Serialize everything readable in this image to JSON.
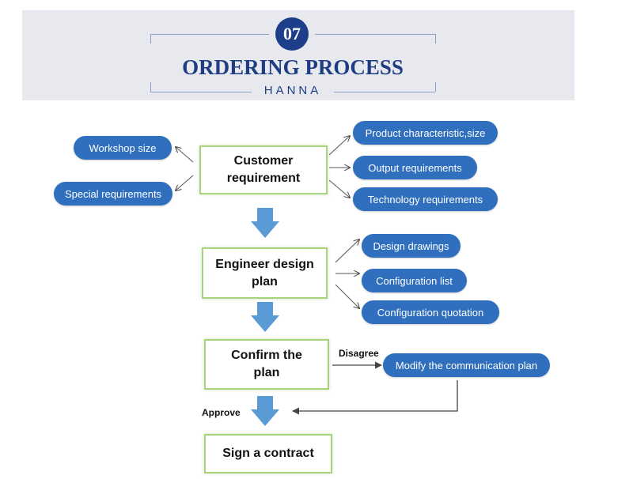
{
  "header": {
    "badge": "07",
    "title": "ORDERING PROCESS",
    "subtitle": "HANNA"
  },
  "steps": [
    {
      "label": "Customer requirement"
    },
    {
      "label": "Engineer design plan"
    },
    {
      "label": "Confirm the plan"
    },
    {
      "label": "Sign a contract"
    }
  ],
  "customer_inputs": {
    "left": [
      "Workshop size",
      "Special requirements"
    ],
    "right": [
      "Product characteristic,size",
      "Output requirements",
      "Technology requirements"
    ]
  },
  "design_outputs": [
    "Design drawings",
    "Configuration list",
    "Configuration quotation"
  ],
  "feedback": {
    "disagree_label": "Disagree",
    "modify_label": "Modify the communication plan",
    "approve_label": "Approve"
  },
  "colors": {
    "header_bg": "#e8e9ee",
    "title": "#1f3d83",
    "badge": "#1d3f8a",
    "pill": "#2f6fbd",
    "box_border": "#a6d37b",
    "flow_arrow": "#5b9bd5"
  }
}
